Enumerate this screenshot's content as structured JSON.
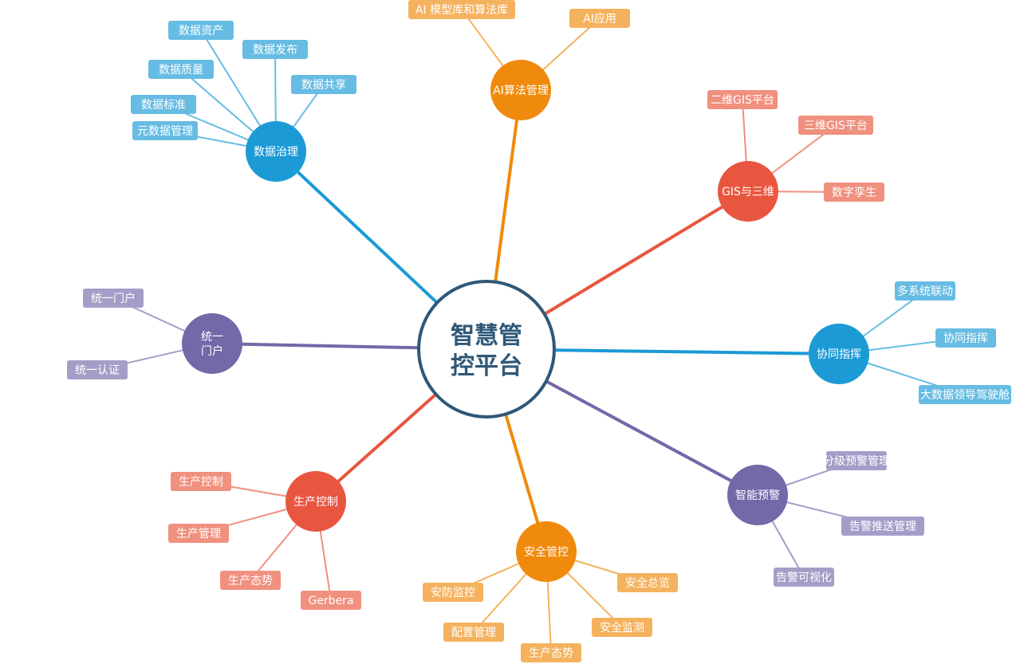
{
  "center": {
    "line1": "智慧管",
    "line2": "控平台"
  },
  "colors": {
    "blue": "#1b9ad6",
    "blue_light": "#67bce3",
    "orange": "#f08a0c",
    "orange_light": "#f5b25e",
    "red": "#e85640",
    "red_light": "#f0907e",
    "purple": "#7468a8",
    "purple_light": "#a59dc8",
    "center_border": "#2f5878"
  },
  "branches": [
    {
      "label": "数据治理",
      "color": "blue",
      "leaves": [
        "数据资产",
        "数据发布",
        "数据质量",
        "数据共享",
        "数据标准",
        "元数据管理"
      ]
    },
    {
      "label": "AI算法管理",
      "color": "orange",
      "leaves": [
        "AI 模型库和算法库",
        "AI应用"
      ]
    },
    {
      "label": "GIS与三维",
      "color": "red",
      "leaves": [
        "二维GIS平台",
        "三维GIS平台",
        "数字孪生"
      ]
    },
    {
      "label": "协同指挥",
      "color": "blue",
      "leaves": [
        "多系统联动",
        "协同指挥",
        "大数据领导驾驶舱"
      ]
    },
    {
      "label": "智能预警",
      "color": "purple",
      "leaves": [
        "分级预警管理",
        "告警推送管理",
        "告警可视化"
      ]
    },
    {
      "label": "安全管控",
      "color": "orange",
      "leaves": [
        "安全总览",
        "安防监控",
        "安全监测",
        "配置管理",
        "生产态势"
      ]
    },
    {
      "label": "生产控制",
      "color": "red",
      "leaves": [
        "生产控制",
        "生产管理",
        "生产态势",
        "Gerbera"
      ]
    },
    {
      "label": "统一门户",
      "label_lines": [
        "统一",
        "门户"
      ],
      "color": "purple",
      "leaves": [
        "统一门户",
        "统一认证"
      ]
    }
  ]
}
